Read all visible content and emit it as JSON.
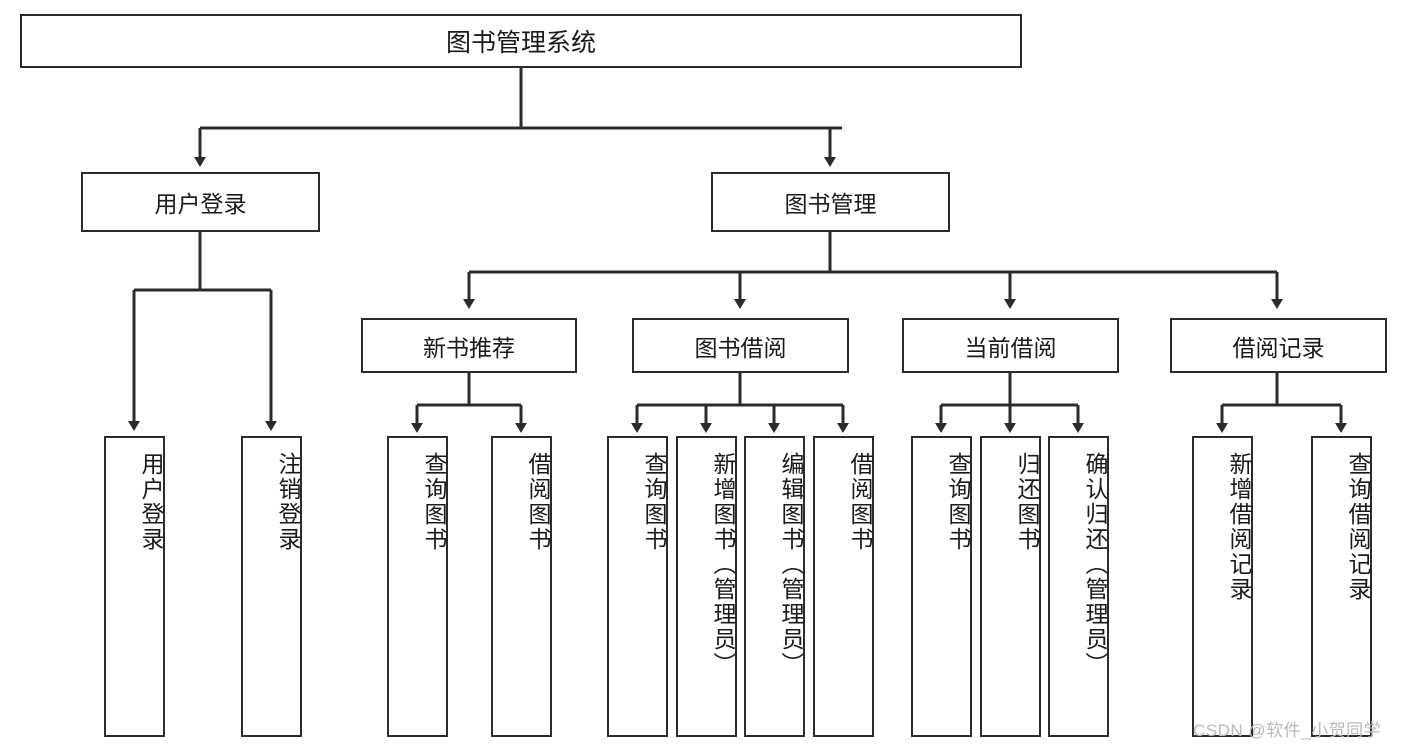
{
  "diagram": {
    "type": "tree-hierarchy",
    "title": "图书管理系统",
    "watermark": "CSDN @软件_小贺同学",
    "colors": {
      "stroke": "#2b2b2b",
      "fill": "#ffffff",
      "text": "#1a1a1a",
      "watermark": "#b9b9b9"
    },
    "nodes": {
      "root": {
        "label": "图书管理系统",
        "level": 1
      },
      "user_login": {
        "label": "用户登录",
        "level": 2
      },
      "book_manage": {
        "label": "图书管理",
        "level": 2
      },
      "new_book_rec": {
        "label": "新书推荐",
        "level": 3
      },
      "book_borrow": {
        "label": "图书借阅",
        "level": 3
      },
      "current_borrow": {
        "label": "当前借阅",
        "level": 3
      },
      "borrow_record": {
        "label": "借阅记录",
        "level": 3
      },
      "leaf_user_login": {
        "label": "用户登录",
        "level": 4
      },
      "leaf_logout": {
        "label": "注销登录",
        "level": 4
      },
      "leaf_query_book_1": {
        "label": "查询图书",
        "level": 4
      },
      "leaf_borrow_book_1": {
        "label": "借阅图书",
        "level": 4
      },
      "leaf_query_book_2": {
        "label": "查询图书",
        "level": 4
      },
      "leaf_add_book": {
        "label": "新增图书（管理员）",
        "level": 4
      },
      "leaf_edit_book": {
        "label": "编辑图书（管理员）",
        "level": 4
      },
      "leaf_borrow_book_2": {
        "label": "借阅图书",
        "level": 4
      },
      "leaf_query_book_3": {
        "label": "查询图书",
        "level": 4
      },
      "leaf_return_book": {
        "label": "归还图书",
        "level": 4
      },
      "leaf_confirm_return": {
        "label": "确认归还（管理员）",
        "level": 4
      },
      "leaf_add_record": {
        "label": "新增借阅记录",
        "level": 4
      },
      "leaf_query_record": {
        "label": "查询借阅记录",
        "level": 4
      }
    },
    "edges": [
      {
        "from": "root",
        "to": "user_login"
      },
      {
        "from": "root",
        "to": "book_manage"
      },
      {
        "from": "user_login",
        "to": "leaf_user_login"
      },
      {
        "from": "user_login",
        "to": "leaf_logout"
      },
      {
        "from": "book_manage",
        "to": "new_book_rec"
      },
      {
        "from": "book_manage",
        "to": "book_borrow"
      },
      {
        "from": "book_manage",
        "to": "current_borrow"
      },
      {
        "from": "book_manage",
        "to": "borrow_record"
      },
      {
        "from": "new_book_rec",
        "to": "leaf_query_book_1"
      },
      {
        "from": "new_book_rec",
        "to": "leaf_borrow_book_1"
      },
      {
        "from": "book_borrow",
        "to": "leaf_query_book_2"
      },
      {
        "from": "book_borrow",
        "to": "leaf_add_book"
      },
      {
        "from": "book_borrow",
        "to": "leaf_edit_book"
      },
      {
        "from": "book_borrow",
        "to": "leaf_borrow_book_2"
      },
      {
        "from": "current_borrow",
        "to": "leaf_query_book_3"
      },
      {
        "from": "current_borrow",
        "to": "leaf_return_book"
      },
      {
        "from": "current_borrow",
        "to": "leaf_confirm_return"
      },
      {
        "from": "borrow_record",
        "to": "leaf_add_record"
      },
      {
        "from": "borrow_record",
        "to": "leaf_query_record"
      }
    ]
  }
}
